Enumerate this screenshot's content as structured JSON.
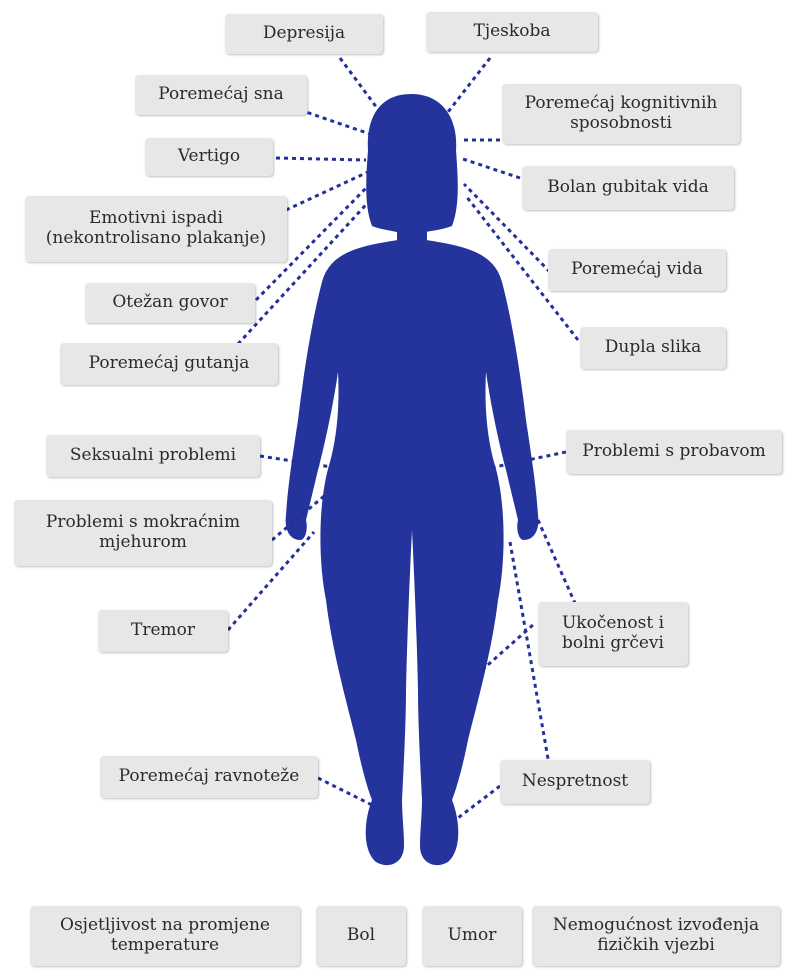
{
  "colors": {
    "silhouette": "#25339c",
    "leader": "#23309a",
    "box": "#e7e7e8",
    "text": "#2a2a2a"
  },
  "labels": {
    "depresija": "Depresija",
    "tjeskoba": "Tjeskoba",
    "poremecaj_sna": "Poremećaj sna",
    "poremecaj_kognitivnih": "Poremećaj kognitivnih\nsposobnosti",
    "vertigo": "Vertigo",
    "bolan_gubitak_vida": "Bolan gubitak vida",
    "emotivni_ispadi": "Emotivni ispadi\n(nekontrolisano plakanje)",
    "poremecaj_vida": "Poremećaj vida",
    "otezan_govor": "Otežan govor",
    "dupla_slika": "Dupla slika",
    "poremecaj_gutanja": "Poremećaj gutanja",
    "seksualni_problemi": "Seksualni problemi",
    "problemi_probavom": "Problemi s probavom",
    "problemi_mokracnim": "Problemi s mokraćnim\nmjehurom",
    "tremor": "Tremor",
    "ukocenost": "Ukočenost i\nbolni grčevi",
    "poremecaj_ravnoteze": "Poremećaj ravnoteže",
    "nespretnost": "Nespretnost",
    "osjetljivost": "Osjetljivost na promjene\ntemperature",
    "bol": "Bol",
    "umor": "Umor",
    "nemogucnost": "Nemogućnost izvođenja\nfizičkih vjezbi"
  }
}
